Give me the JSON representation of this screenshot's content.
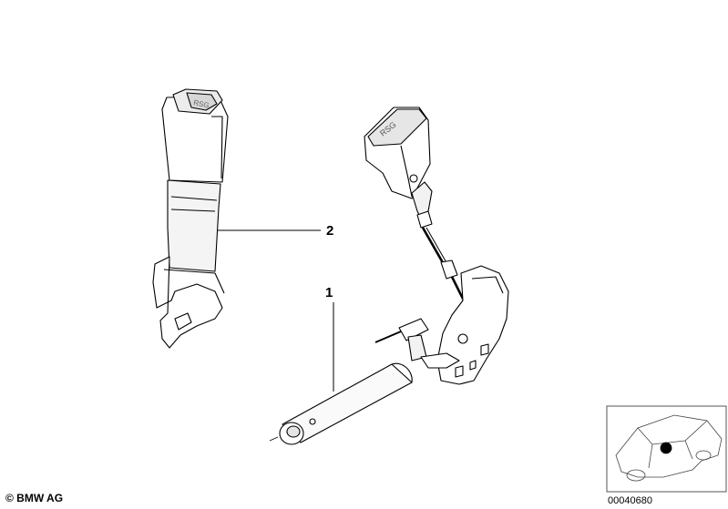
{
  "callouts": {
    "part_1": "1",
    "part_2": "2"
  },
  "footer": {
    "copyright": "© BMW AG",
    "part_number": "00040680"
  },
  "colors": {
    "line": "#000000",
    "background": "#ffffff",
    "shade": "#d9d9d9"
  }
}
